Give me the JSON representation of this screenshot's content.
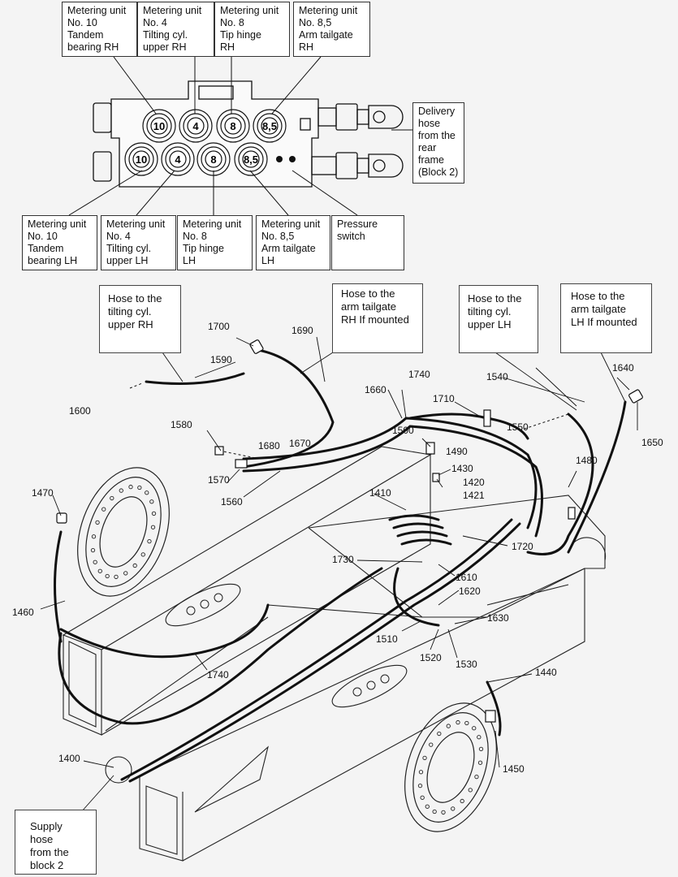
{
  "top_labels": [
    "Metering unit\nNo. 10\nTandem\nbearing RH",
    "Metering unit\nNo. 4\nTilting cyl.\nupper RH",
    "Metering unit\nNo. 8\nTip hinge\nRH",
    "Metering unit\nNo. 8,5\nArm tailgate\nRH"
  ],
  "bottom_labels": [
    "Metering unit\nNo. 10\nTandem\nbearing LH",
    "Metering unit\nNo. 4\nTilting cyl.\nupper LH",
    "Metering unit\nNo. 8\nTip hinge\nLH",
    "Metering unit\nNo. 8,5\nArm tailgate\nLH",
    "Pressure\nswitch"
  ],
  "delivery_label": "Delivery\nhose\nfrom the\nrear\nframe\n(Block 2)",
  "block_top_units": [
    "10",
    "4",
    "8",
    "8,5"
  ],
  "block_bottom_units": [
    "10",
    "4",
    "8",
    "8,5"
  ],
  "callouts": {
    "hose_tilting_rh": "Hose to the\ntilting cyl.\nupper  RH",
    "hose_arm_rh": "Hose to the\narm tailgate\nRH If mounted",
    "hose_tilting_lh": "Hose to the\ntilting cyl.\nupper  LH",
    "hose_arm_lh": "Hose to the\narm tailgate\nLH If mounted",
    "supply_hose": "Supply hose\nfrom the\nblock 2"
  },
  "part_numbers": [
    "1700",
    "1690",
    "1590",
    "1600",
    "1740",
    "1660",
    "1710",
    "1540",
    "1640",
    "1650",
    "1580",
    "1680",
    "1670",
    "1500",
    "1550",
    "1490",
    "1430",
    "1420",
    "1421",
    "1480",
    "1570",
    "1560",
    "1410",
    "1470",
    "1720",
    "1730",
    "1610",
    "1620",
    "1630",
    "1460",
    "1510",
    "1520",
    "1530",
    "1740",
    "1440",
    "1400",
    "1450"
  ],
  "colors": {
    "line": "#111111",
    "background": "#f4f4f4",
    "box": "#ffffff"
  }
}
